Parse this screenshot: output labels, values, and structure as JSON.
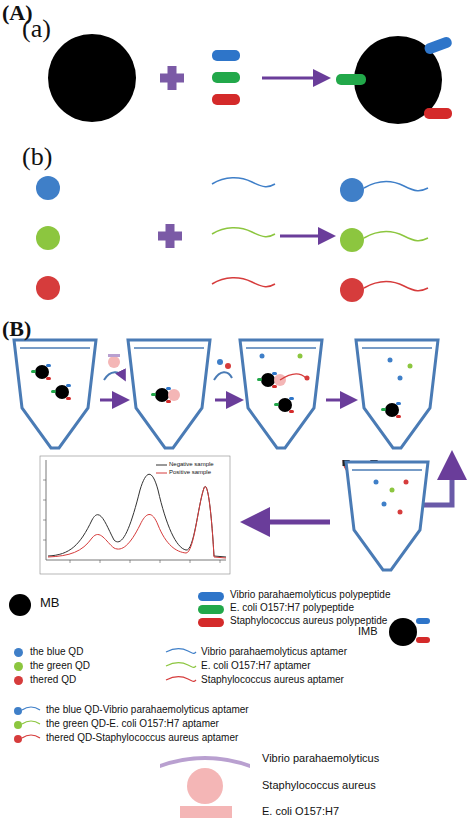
{
  "diagram": {
    "labels": [
      "(A)",
      "(a)",
      "(b)",
      "(B)"
    ],
    "legend": [
      {
        "text": "MB",
        "color": "#000000"
      },
      {
        "text": "Vibrio parahaemolyticus polypeptide",
        "color": "#2e75c9"
      },
      {
        "text": "E. coli O157:H7 polypeptide",
        "color": "#22a84a"
      },
      {
        "text": "Staphylococcus aureus polypeptide",
        "color": "#d42a2a"
      },
      {
        "text": "IMB"
      },
      {
        "text": "the blue QD",
        "color": "#3f7fc8"
      },
      {
        "text": "the green QD",
        "color": "#8cc63f"
      },
      {
        "text": "thered QD",
        "color": "#d63c3c"
      },
      {
        "text": "Vibrio parahaemolyticus aptamer"
      },
      {
        "text": "E. coli O157:H7 aptamer"
      },
      {
        "text": "Staphylococcus aureus aptamer"
      },
      {
        "text": "the blue QD-Vibrio parahaemolyticus aptamer"
      },
      {
        "text": "the green QD-E. coli O157:H7 aptamer"
      },
      {
        "text": "thered QD-Staphylococcus aureus aptamer"
      },
      {
        "text": "Vibrio parahaemolyticus"
      },
      {
        "text": "Staphylococcus aureus"
      },
      {
        "text": "E. coli O157:H7"
      },
      {
        "text": "Negative sample"
      },
      {
        "text": "Positive sample"
      }
    ]
  }
}
